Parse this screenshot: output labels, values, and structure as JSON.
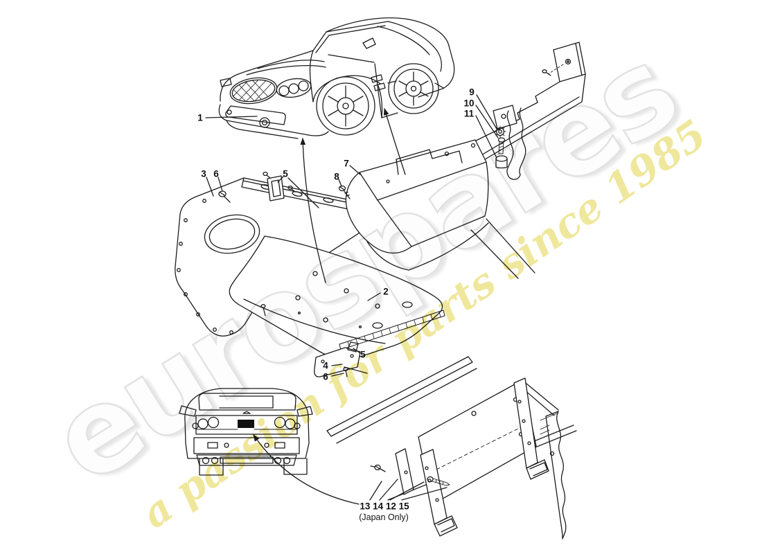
{
  "watermark": {
    "brand": "eurospares",
    "tagline": "a passion for parts since 1985",
    "brand_color": "#e9e9e9",
    "tagline_color": "#efe79b"
  },
  "diagram": {
    "line_color": "#1b1b1b",
    "note_primary": "13 14 12 15",
    "note_secondary": "(Japan Only)",
    "callouts": [
      {
        "id": "1",
        "label": "1"
      },
      {
        "id": "3",
        "label": "3"
      },
      {
        "id": "6-upper",
        "label": "6"
      },
      {
        "id": "5-upper",
        "label": "5"
      },
      {
        "id": "7",
        "label": "7"
      },
      {
        "id": "8",
        "label": "8"
      },
      {
        "id": "9",
        "label": "9"
      },
      {
        "id": "10",
        "label": "10"
      },
      {
        "id": "11",
        "label": "11"
      },
      {
        "id": "2",
        "label": "2"
      },
      {
        "id": "5-lower",
        "label": "5"
      },
      {
        "id": "4",
        "label": "4"
      },
      {
        "id": "6-lower",
        "label": "6"
      }
    ]
  }
}
